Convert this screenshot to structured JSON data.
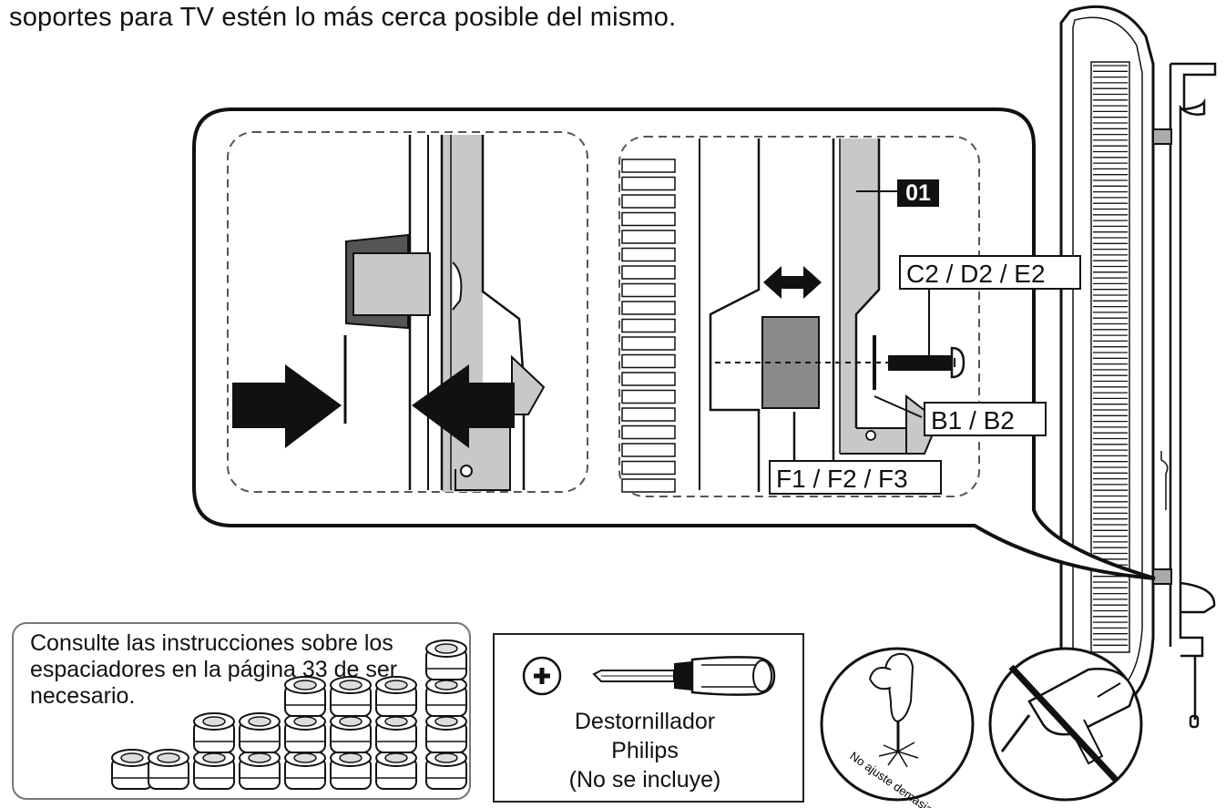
{
  "header": {
    "text": "soportes para TV estén lo más cerca posible del mismo."
  },
  "callout": {
    "left_panel": {},
    "right_panel": {
      "badge": "01",
      "label_screw": "C2 / D2 / E2",
      "label_washer": "B1 / B2",
      "label_spacer": "F1 / F2 / F3"
    }
  },
  "spacer_note": {
    "text": "Consulte las instrucciones sobre los espaciadores en la página 33 de ser necesario."
  },
  "tool": {
    "name": "Destornillador",
    "type": "Philips",
    "note": "(No se incluye)"
  },
  "warning": {
    "text": "No ajuste demasiado"
  },
  "colors": {
    "line": "#111111",
    "panel_gray": "#c8c8c8",
    "dark_gray": "#8a8a8a",
    "badge_bg": "#111111",
    "badge_text": "#ffffff"
  }
}
